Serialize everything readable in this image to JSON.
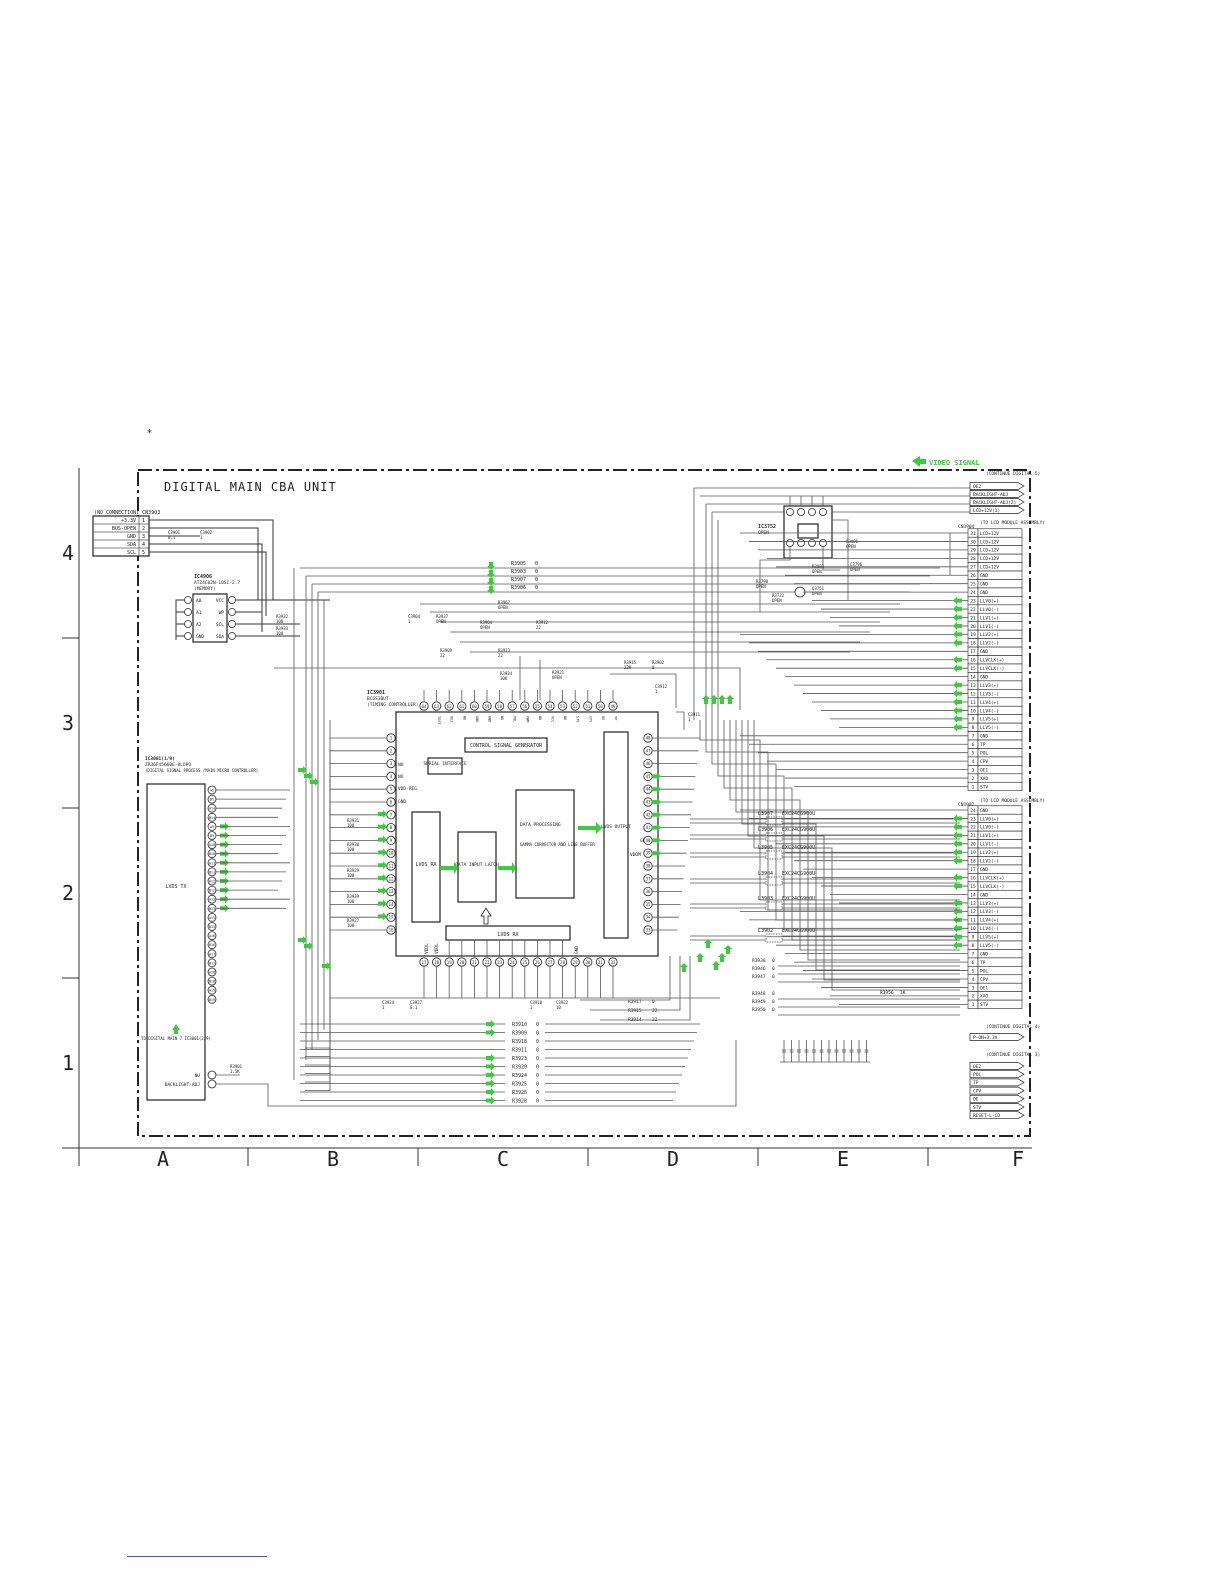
{
  "title": "DIGITAL MAIN CBA UNIT",
  "mark": "*",
  "legend": {
    "label": "VIDEO SIGNAL",
    "color": "#3bcc3b"
  },
  "grid": {
    "columns": [
      "A",
      "B",
      "C",
      "D",
      "E",
      "F"
    ],
    "rows": [
      "4",
      "3",
      "2",
      "1"
    ]
  },
  "connectors": {
    "cn3903": {
      "title": "(NO CONNECTION) CN3903",
      "pins": [
        {
          "n": "1",
          "label": "+3.3V"
        },
        {
          "n": "2",
          "label": "BUS-OPEN"
        },
        {
          "n": "3",
          "label": "GND"
        },
        {
          "n": "4",
          "label": "SDA"
        },
        {
          "n": "5",
          "label": "SCL"
        }
      ]
    },
    "cn3904": {
      "ref": "CN3904",
      "title": "(TO LCD MODULE ASSEMBLY)",
      "pins": [
        "LCD+12V",
        "LCD+12V",
        "LCD+12V",
        "LCD+12V",
        "LCD+12V",
        "GND",
        "GND",
        "GND",
        "LLV0(+)",
        "LLV0(-)",
        "LLV1(+)",
        "LLV1(-)",
        "LLV2(+)",
        "LLV2(-)",
        "GND",
        "LLVCLK(+)",
        "LLVCLK(-)",
        "GND",
        "LLV3(+)",
        "LLV3(-)",
        "LLV4(+)",
        "LLV4(-)",
        "LLV5(+)",
        "LLV5(-)",
        "GND",
        "TP",
        "POL",
        "CPV",
        "OE1",
        "XAO",
        "STV"
      ],
      "numbers": [
        "31",
        "30",
        "29",
        "28",
        "27",
        "26",
        "25",
        "24",
        "23",
        "22",
        "21",
        "20",
        "19",
        "18",
        "17",
        "16",
        "15",
        "14",
        "13",
        "12",
        "11",
        "10",
        "9",
        "8",
        "7",
        "6",
        "5",
        "4",
        "3",
        "2",
        "1"
      ]
    },
    "cn3902": {
      "ref": "CN3902",
      "title": "(TO LCD MODULE ASSEMBLY)",
      "pins": [
        "GND",
        "LLV0(+)",
        "LLV0(-)",
        "LLV1(+)",
        "LLV1(-)",
        "LLV2(+)",
        "LLV2(-)",
        "GND",
        "LLVCLK(+)",
        "LLVCLK(-)",
        "GND",
        "LLV3(+)",
        "LLV3(-)",
        "LLV4(+)",
        "LLV4(-)",
        "LLV5(+)",
        "LLV5(-)",
        "GND",
        "TP",
        "POL",
        "CPV",
        "OE1",
        "XAO",
        "STV"
      ],
      "numbers": [
        "24",
        "23",
        "22",
        "21",
        "20",
        "19",
        "18",
        "17",
        "16",
        "15",
        "14",
        "13",
        "12",
        "11",
        "10",
        "9",
        "8",
        "7",
        "6",
        "5",
        "4",
        "3",
        "2",
        "1"
      ]
    }
  },
  "continue_tags": {
    "top": {
      "title": "(CONTINUE DIGITAL 5)",
      "items": [
        "OE2",
        "BACKLIGHT-ADJ",
        "BACKLIGHT-ADJ(2)",
        "LCD+12V(1)"
      ]
    },
    "mid": {
      "title": "(CONTINUE DIGITAL 4)",
      "items": [
        "P-ON+3.3V"
      ]
    },
    "bottom": {
      "title": "(CONTINUE DIGITAL 3)",
      "items": [
        "OE2",
        "POL",
        "TP",
        "CPV",
        "OE",
        "STV",
        "RESET-L-CD"
      ]
    }
  },
  "ics": {
    "ic3901": {
      "ref": "IC3901",
      "part": "BCGS3BUT",
      "desc": "(TIMING CONTROLLER)",
      "blocks": [
        "CONTROL SIGNAL GENERATOR",
        "SERIAL INTERFACE",
        "LVDS RX",
        "DATA INPUT LATCH",
        "DATA PROCESSING",
        "GAMMA CORRECTOR AND LINE BUFFER",
        "LVDS OUTPUT",
        "LVDS RX"
      ],
      "labels_left": [
        "NU",
        "NU",
        "VDD-REG",
        "GND"
      ],
      "labels_right": [
        "GND",
        "VDDM"
      ],
      "labels_bottom": [
        "VDDL",
        "VDDL",
        "GND"
      ]
    },
    "ic4906": {
      "ref": "IC4906",
      "part": "AT24C02N-10SI-2.7",
      "desc": "(MEMORY)",
      "pins_left": [
        "A0",
        "A1",
        "A2",
        "GND"
      ],
      "pins_right": [
        "VCC",
        "WP",
        "SCL",
        "SDA"
      ]
    },
    "ic3752": {
      "ref": "IC3752",
      "part": "OPEN"
    },
    "ic3001": {
      "ref": "IC3001(1/9)",
      "part": "ZR36F45660E-8LOPQ",
      "desc": "(DIGITAL SIGNAL PROCESS /MAIN MICRO CONTROLLER)",
      "block": "LVDS TX",
      "bottom_note": "TO DIGITAL MAIN 7 IC3001(2/9)",
      "bottom_pins": [
        "NU",
        "BACKLIGHT-ADJ"
      ]
    }
  },
  "components": {
    "top_resistors": [
      {
        "ref": "R3905",
        "val": "0"
      },
      {
        "ref": "R3903",
        "val": "0"
      },
      {
        "ref": "R3907",
        "val": "0"
      },
      {
        "ref": "R3906",
        "val": "0"
      }
    ],
    "bottom_resistors": [
      {
        "ref": "R3910",
        "val": "0"
      },
      {
        "ref": "R3909",
        "val": "0"
      },
      {
        "ref": "R3918",
        "val": "0"
      },
      {
        "ref": "R3911",
        "val": "0"
      },
      {
        "ref": "R3923",
        "val": "0"
      },
      {
        "ref": "R3920",
        "val": "0"
      },
      {
        "ref": "R3924",
        "val": "0"
      },
      {
        "ref": "R3925",
        "val": "0"
      },
      {
        "ref": "R3926",
        "val": "0"
      },
      {
        "ref": "R3928",
        "val": "0"
      }
    ],
    "inductors": [
      {
        "ref": "L3907",
        "val": "EXC24CG900U"
      },
      {
        "ref": "L3906",
        "val": "EXC24CG900U"
      },
      {
        "ref": "L3905",
        "val": "EXC24CG900U"
      },
      {
        "ref": "L3904",
        "val": "EXC24CG900U"
      },
      {
        "ref": "L3903",
        "val": "EXC24CG900U"
      },
      {
        "ref": "L3902",
        "val": "EXC24CG900U"
      }
    ],
    "lvds_terminations": [
      {
        "ref": "R3931",
        "val": "100"
      },
      {
        "ref": "R3930",
        "val": "100"
      },
      {
        "ref": "R3929",
        "val": "100"
      },
      {
        "ref": "R3939",
        "val": "100"
      },
      {
        "ref": "R3927",
        "val": "100"
      }
    ],
    "misc": [
      {
        "ref": "C3901",
        "val": "0.1"
      },
      {
        "ref": "C3902",
        "val": "1"
      },
      {
        "ref": "R3932",
        "val": "100"
      },
      {
        "ref": "R3933",
        "val": "100"
      },
      {
        "ref": "C3904",
        "val": "1"
      },
      {
        "ref": "R3937",
        "val": "OPEN"
      },
      {
        "ref": "R3967",
        "val": "OPEN"
      },
      {
        "ref": "R3904",
        "val": "OPEN"
      },
      {
        "ref": "R3912",
        "val": "22"
      },
      {
        "ref": "R3909",
        "val": "22"
      },
      {
        "ref": "R3913",
        "val": "22"
      },
      {
        "ref": "R3934",
        "val": "10K"
      },
      {
        "ref": "R3921",
        "val": "OPEN"
      },
      {
        "ref": "R3915",
        "val": "22K"
      },
      {
        "ref": "R3902",
        "val": "0"
      },
      {
        "ref": "C3912",
        "val": "1"
      },
      {
        "ref": "C3911",
        "val": "1"
      },
      {
        "ref": "C3924",
        "val": "1"
      },
      {
        "ref": "C3927",
        "val": "0.1"
      },
      {
        "ref": "C3910",
        "val": "1"
      },
      {
        "ref": "C3922",
        "val": "10"
      },
      {
        "ref": "R3917",
        "val": "0"
      },
      {
        "ref": "R3915",
        "val": "22"
      },
      {
        "ref": "R3914",
        "val": "22"
      },
      {
        "ref": "R3901",
        "val": "1.5K"
      },
      {
        "ref": "R3938",
        "val": "0"
      },
      {
        "ref": "R3946",
        "val": "0"
      },
      {
        "ref": "R3947",
        "val": "0"
      },
      {
        "ref": "R3948",
        "val": "0"
      },
      {
        "ref": "R3949",
        "val": "0"
      },
      {
        "ref": "R3950",
        "val": "0"
      },
      {
        "ref": "R3956",
        "val": "1K"
      },
      {
        "ref": "R3798",
        "val": "OPEN"
      },
      {
        "ref": "R3722",
        "val": "OPEN"
      },
      {
        "ref": "Q3751",
        "val": "OPEN"
      },
      {
        "ref": "R3803",
        "val": "OPEN"
      },
      {
        "ref": "R3806",
        "val": "OPEN"
      },
      {
        "ref": "C3796",
        "val": "OPEN"
      }
    ]
  }
}
